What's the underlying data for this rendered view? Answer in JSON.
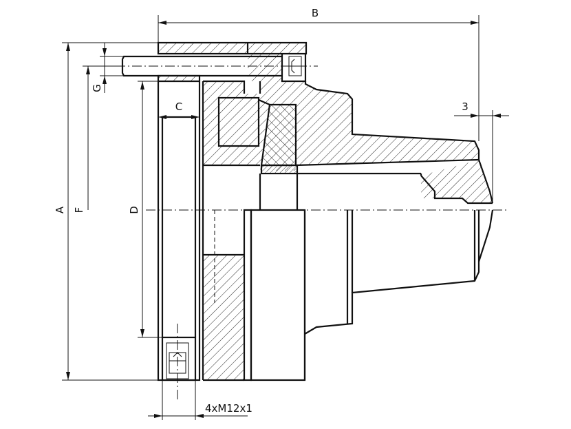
{
  "dimensions": {
    "A": "A",
    "B": "B",
    "C": "C",
    "D": "D",
    "F": "F",
    "G": "G",
    "three": "3",
    "thread": "4xM12x1"
  },
  "colors": {
    "line": "#111111",
    "background": "#ffffff"
  }
}
